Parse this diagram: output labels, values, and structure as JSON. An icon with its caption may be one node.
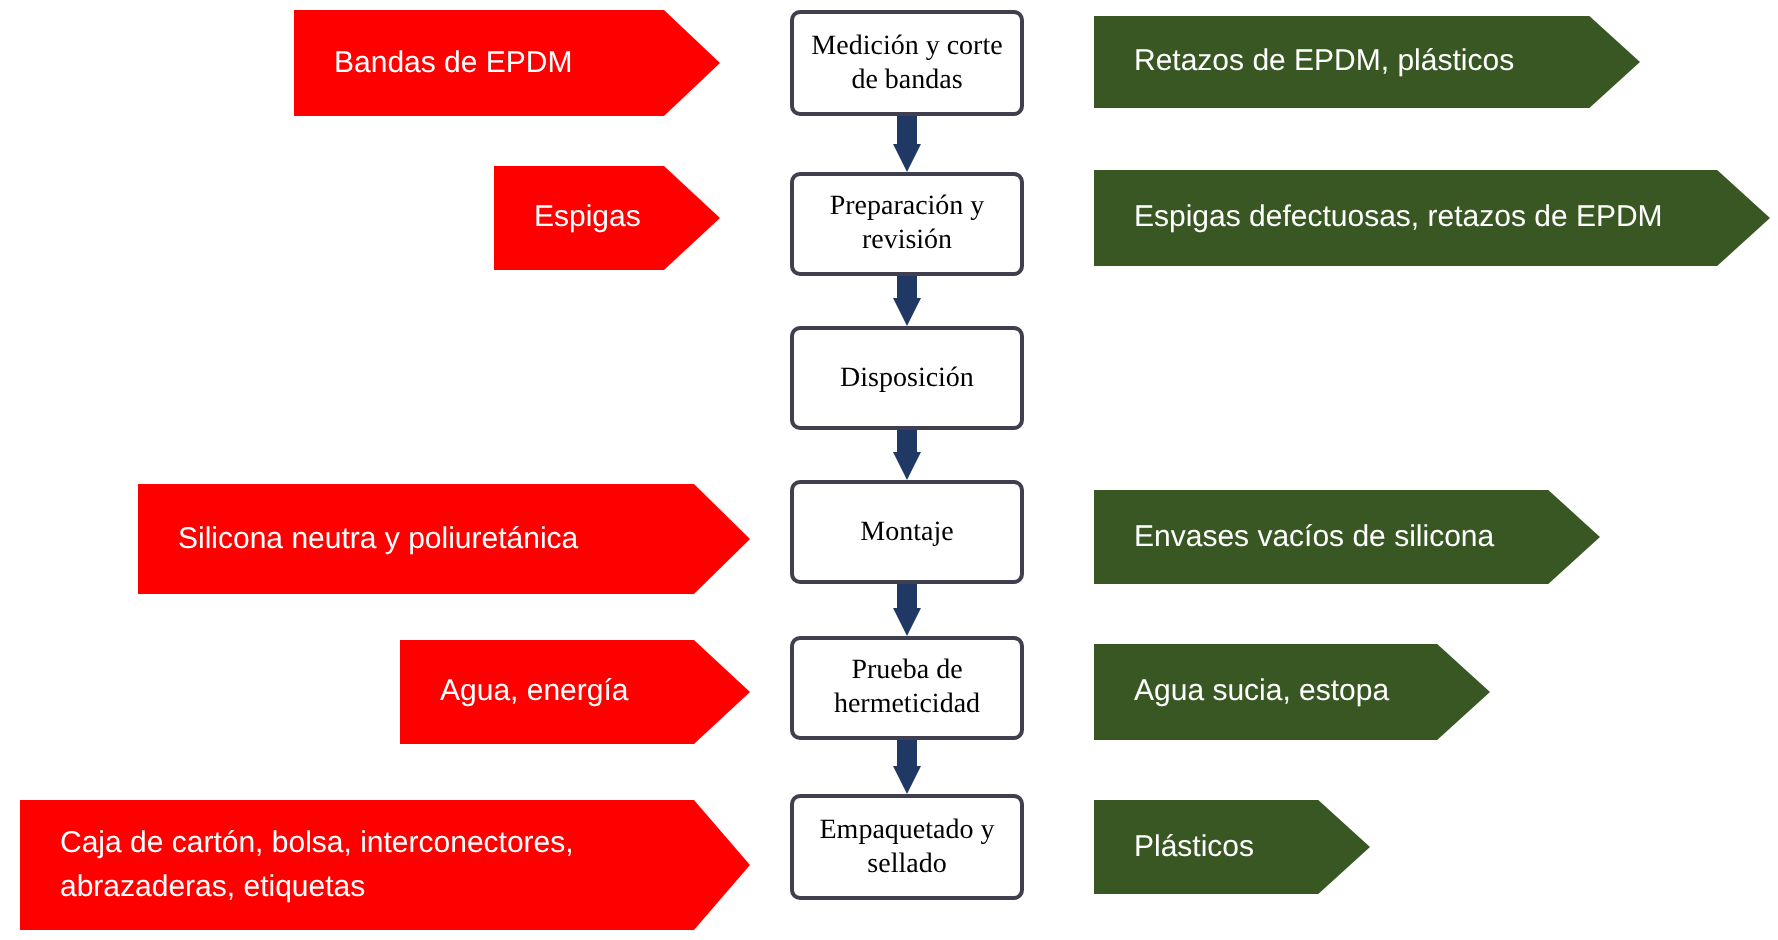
{
  "diagram": {
    "nodes": [
      {
        "text": [
          "Bandas de EPDM"
        ]
      },
      {
        "text": [
          "Medición y corte de bandas"
        ]
      },
      {
        "text": [
          "Retazos de EPDM, plásticos"
        ]
      },
      {
        "text": [
          "Espigas"
        ]
      },
      {
        "text": [
          "Preparación y revisión"
        ]
      },
      {
        "text": [
          "Espigas defectuosas, retazos de EPDM"
        ]
      },
      {
        "text": [
          "Disposición"
        ]
      },
      {
        "text": [
          "Silicona neutra y poliuretánica"
        ]
      },
      {
        "text": [
          "Montaje"
        ]
      },
      {
        "text": [
          "Envases vacíos de silicona"
        ]
      },
      {
        "text": [
          "Agua, energía"
        ]
      },
      {
        "text": [
          "Prueba de hermeticidad"
        ]
      },
      {
        "text": [
          "Agua sucia, estopa"
        ]
      },
      {
        "text": [
          "Caja de cartón, bolsa, interconectores, abrazaderas, etiquetas"
        ]
      },
      {
        "text": [
          "Empaquetado y sellado"
        ]
      },
      {
        "text": [
          "Plásticos"
        ]
      }
    ],
    "edges": [
      {
        "from": 1,
        "to": 4,
        "arrow": "to"
      },
      {
        "from": 4,
        "to": 6,
        "arrow": "to"
      },
      {
        "from": 6,
        "to": 8,
        "arrow": "to"
      },
      {
        "from": 8,
        "to": 11,
        "arrow": "to"
      },
      {
        "from": 11,
        "to": 14,
        "arrow": "to"
      }
    ]
  }
}
